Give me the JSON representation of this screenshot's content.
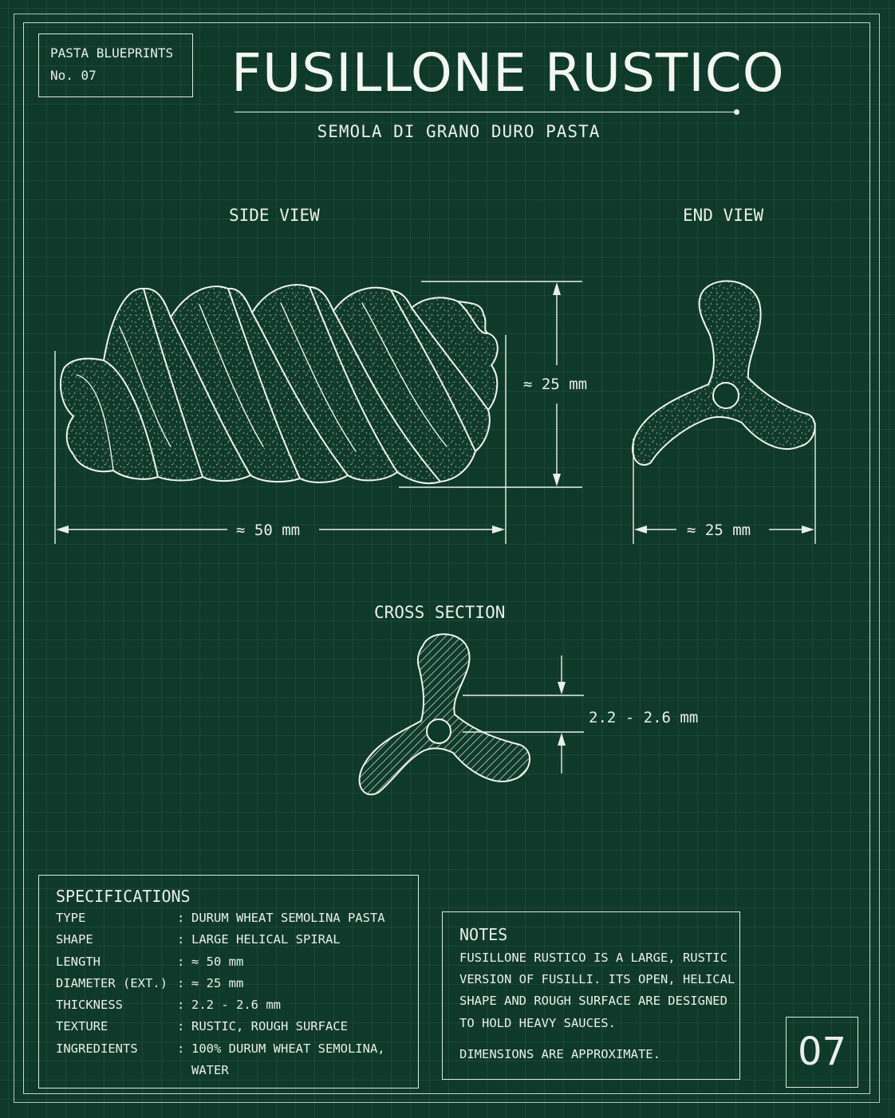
{
  "series_tag": {
    "line1": "PASTA BLUEPRINTS",
    "line2": "No. 07"
  },
  "title": "FUSILLONE RUSTICO",
  "subtitle": "SEMOLA DI GRANO DURO PASTA",
  "views": {
    "side": {
      "label": "SIDE VIEW",
      "length_label": "≈ 50 mm",
      "height_label": "≈ 25 mm",
      "length_mm": 50,
      "height_mm": 25
    },
    "end": {
      "label": "END VIEW",
      "width_label": "≈ 25 mm",
      "width_mm": 25
    },
    "cross": {
      "label": "CROSS SECTION",
      "thickness_label": "2.2 - 2.6 mm",
      "thickness_mm": [
        2.2,
        2.6
      ]
    }
  },
  "specifications": {
    "title": "SPECIFICATIONS",
    "rows": [
      {
        "key": "TYPE",
        "sep": ":",
        "value": "DURUM WHEAT SEMOLINA PASTA"
      },
      {
        "key": "SHAPE",
        "sep": ":",
        "value": "LARGE HELICAL SPIRAL"
      },
      {
        "key": "LENGTH",
        "sep": ":",
        "value": "≈ 50 mm"
      },
      {
        "key": "DIAMETER (EXT.)",
        "sep": ":",
        "value": "≈ 25 mm"
      },
      {
        "key": "THICKNESS",
        "sep": ":",
        "value": "2.2 - 2.6 mm"
      },
      {
        "key": "TEXTURE",
        "sep": ":",
        "value": "RUSTIC, ROUGH SURFACE"
      },
      {
        "key": "INGREDIENTS",
        "sep": ":",
        "value": "100% DURUM WHEAT SEMOLINA,"
      },
      {
        "key": "",
        "sep": "",
        "value": "WATER"
      }
    ]
  },
  "notes": {
    "title": "NOTES",
    "lines": [
      "FUSILLONE RUSTICO IS A LARGE, RUSTIC",
      "VERSION OF FUSILLI. ITS OPEN, HELICAL",
      "SHAPE AND ROUGH SURFACE ARE DESIGNED",
      "TO HOLD HEAVY SAUCES."
    ],
    "footer": "DIMENSIONS ARE APPROXIMATE."
  },
  "sheet_number": "07",
  "colors": {
    "background": "#0f3a2b",
    "ink": "#e9efe9",
    "grid": "#2b5444"
  }
}
